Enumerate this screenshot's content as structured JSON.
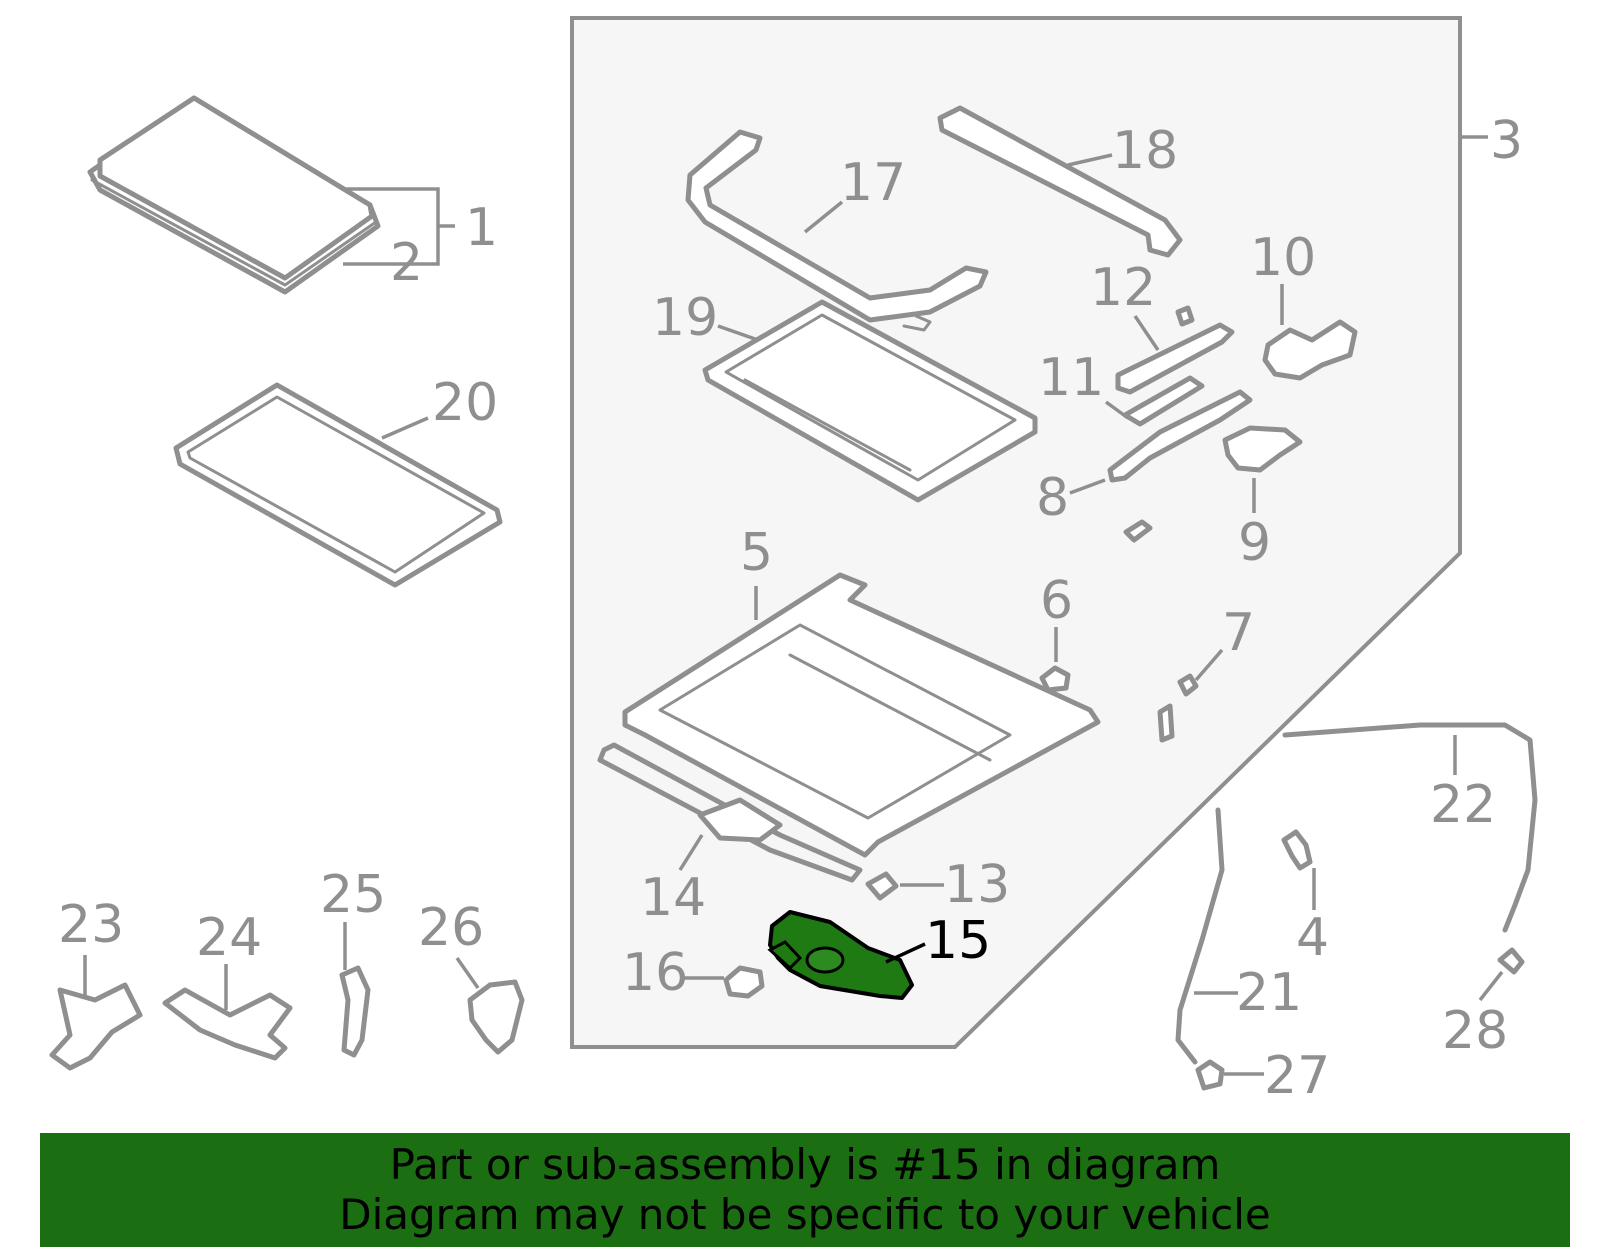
{
  "colors": {
    "line": "#8f8f8f",
    "highlight_part": "#1f7a14",
    "banner_bg": "#1b6e12",
    "banner_text": "#000000",
    "panel_bg": "#f6f6f6"
  },
  "callouts": {
    "c1": "1",
    "c2": "2",
    "c3": "3",
    "c4": "4",
    "c5": "5",
    "c6": "6",
    "c7": "7",
    "c8": "8",
    "c9": "9",
    "c10": "10",
    "c11": "11",
    "c12": "12",
    "c13": "13",
    "c14": "14",
    "c15": "15",
    "c16": "16",
    "c17": "17",
    "c18": "18",
    "c19": "19",
    "c20": "20",
    "c21": "21",
    "c22": "22",
    "c23": "23",
    "c24": "24",
    "c25": "25",
    "c26": "26",
    "c27": "27",
    "c28": "28"
  },
  "highlighted_part": "15",
  "banner": {
    "line1": "Part or sub-assembly is #15 in diagram",
    "line2": "Diagram may not be specific to your vehicle"
  }
}
